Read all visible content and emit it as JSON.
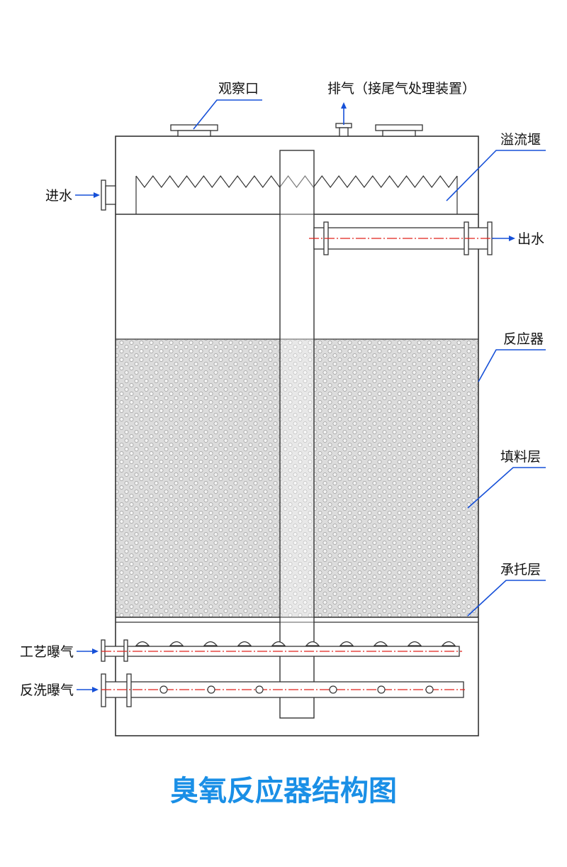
{
  "title": "臭氧反应器结构图",
  "labels": {
    "observation_port": "观察口",
    "exhaust": "排气（接尾气处理装置）",
    "overflow_weir": "溢流堰",
    "water_in": "进水",
    "water_out": "出水",
    "reactor": "反应器",
    "packing_layer": "填料层",
    "support_layer": "承托层",
    "process_aeration": "工艺曝气",
    "backwash_aeration": "反洗曝气"
  },
  "colors": {
    "title": "#1a8fe6",
    "leader_lines": "#1650d8",
    "centerline": "#e0201a",
    "outline": "#333333",
    "packing_fill": "#d9d9d9"
  }
}
